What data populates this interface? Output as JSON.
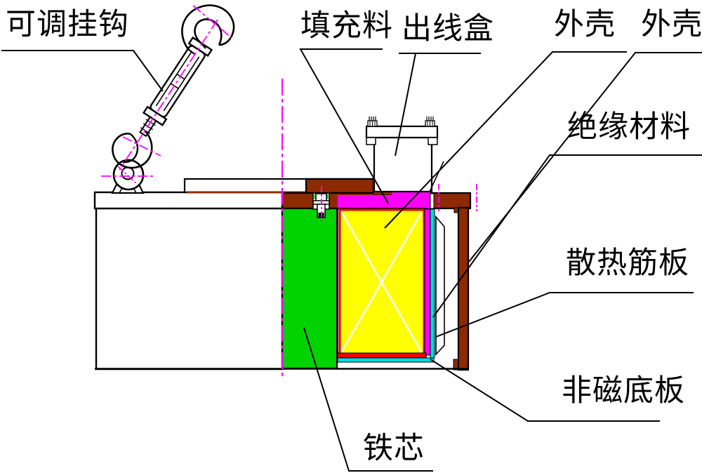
{
  "diagram_title": "lifting-electromagnet-cross-section",
  "labels": {
    "adjustable_hook": "可调挂钩",
    "filler": "填充料",
    "outlet_box": "出线盒",
    "shell_left": "外壳",
    "shell_right": "外壳",
    "insulation": "绝缘材料",
    "heat_rib_plate": "散热筋板",
    "nonmagnetic_bottom_plate": "非磁底板",
    "iron_core": "铁芯"
  },
  "colors": {
    "iron_core_green": "#00d300",
    "coil_yellow": "#ffff00",
    "filler_magenta": "#ff00ff",
    "shell_brown": "#8e2a00",
    "coil_border_red": "#ee0000",
    "bottom_plate_cyan": "#00dcdc",
    "centerline_magenta": "#ff00ff",
    "line_black": "#000000"
  }
}
